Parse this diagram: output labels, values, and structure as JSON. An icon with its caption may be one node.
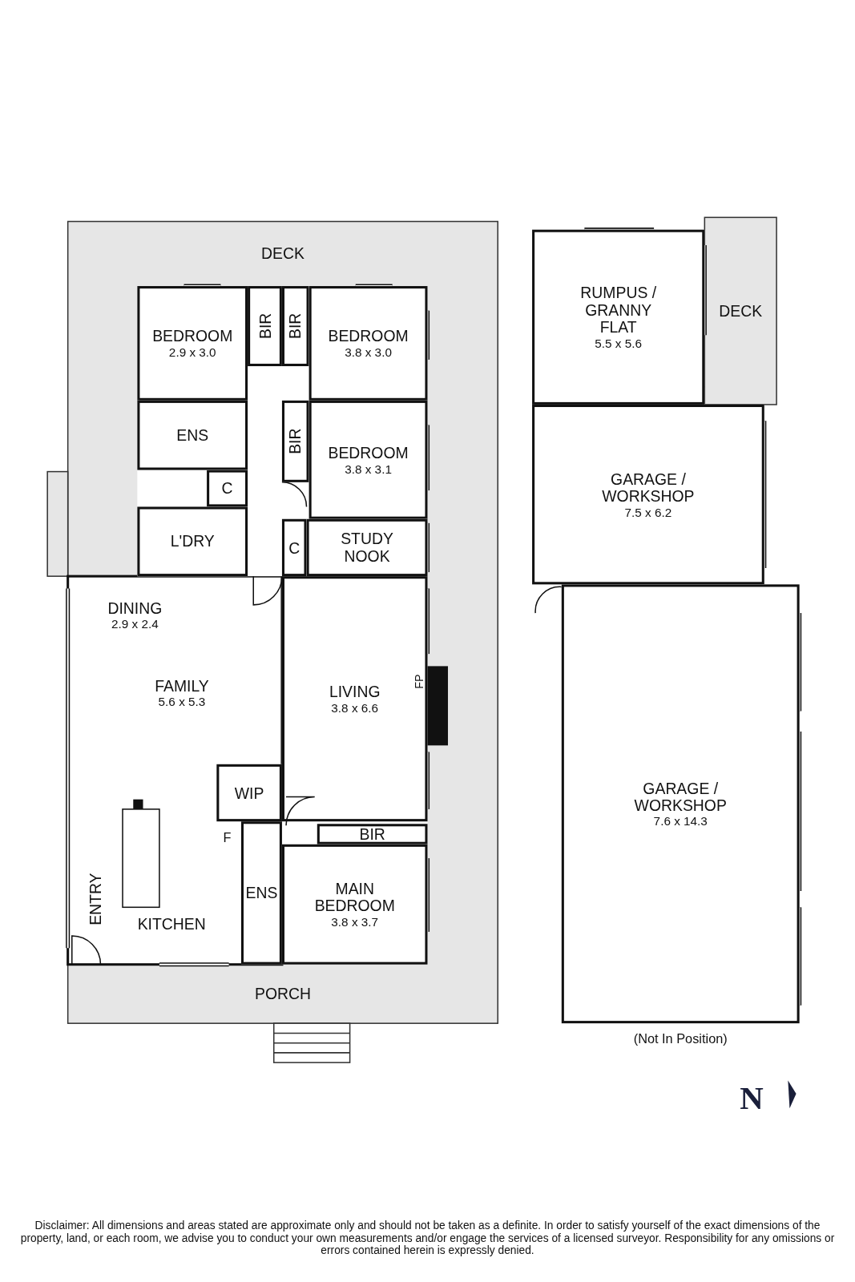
{
  "diagram": {
    "nodes": [
      {
        "text": [
          "DECK"
        ]
      },
      {
        "text": [
          "BEDROOM",
          "2.9 x 3.0"
        ]
      },
      {
        "text": [
          "BIR"
        ]
      },
      {
        "text": [
          "BIR"
        ]
      },
      {
        "text": [
          "BEDROOM",
          "3.8 x 3.0"
        ]
      },
      {
        "text": [
          "ENS"
        ]
      },
      {
        "text": [
          "BIR"
        ]
      },
      {
        "text": [
          "BEDROOM",
          "3.8 x 3.1"
        ]
      },
      {
        "text": [
          "C"
        ]
      },
      {
        "text": [
          "L'DRY"
        ]
      },
      {
        "text": [
          "C"
        ]
      },
      {
        "text": [
          "STUDY NOOK"
        ]
      },
      {
        "text": [
          "DINING",
          "2.9 x 2.4"
        ]
      },
      {
        "text": [
          "FAMILY",
          "5.6 x 5.3"
        ]
      },
      {
        "text": [
          "LIVING",
          "3.8 x 6.6"
        ]
      },
      {
        "text": [
          "WIP"
        ]
      },
      {
        "text": [
          "ENS"
        ]
      },
      {
        "text": [
          "BIR"
        ]
      },
      {
        "text": [
          "MAIN BEDROOM",
          "3.8 x 3.7"
        ]
      },
      {
        "text": [
          "KITCHEN"
        ]
      },
      {
        "text": [
          "ENTRY"
        ]
      },
      {
        "text": [
          "PORCH"
        ]
      },
      {
        "text": [
          "RUMPUS / GRANNY FLAT",
          "5.5 x 5.6"
        ]
      },
      {
        "text": [
          "DECK"
        ]
      },
      {
        "text": [
          "GARAGE / WORKSHOP",
          "7.5 x 6.2"
        ]
      },
      {
        "text": [
          "GARAGE / WORKSHOP",
          "7.6 x 14.3"
        ],
        "beside": [
          "(Not In Position)"
        ]
      }
    ],
    "labels": [
      "FP",
      "F",
      "N",
      "Disclaimer: All dimensions and areas stated are approximate only and should not be taken as a definite. In order to satisfy yourself of the exact dimensions of the property, land, or each room, we advise you to conduct your own measurements and/or engage the services of a licensed surveyor. Responsibility for any omissions or errors contained herein is expressly denied."
    ]
  }
}
